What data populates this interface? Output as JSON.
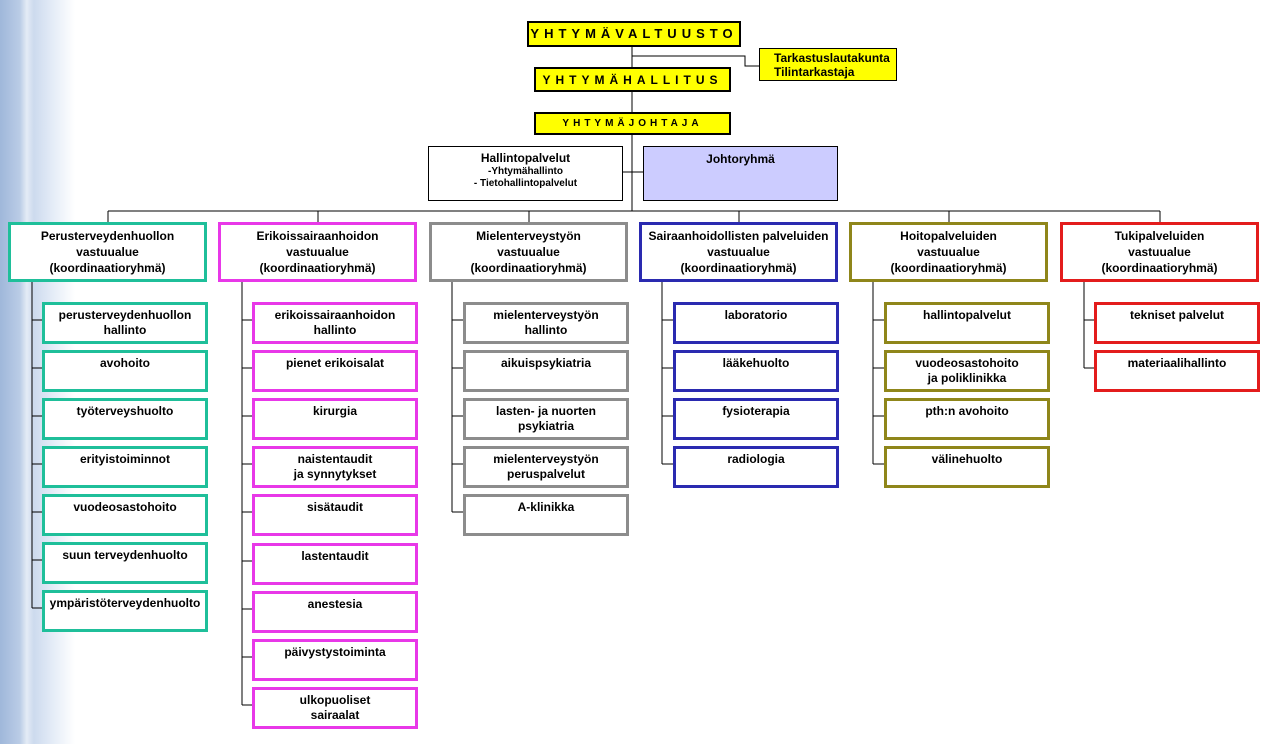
{
  "council": "YHTYMÄVALTUUSTO",
  "audit": [
    "Tarkastuslautakunta",
    "Tilintarkastaja"
  ],
  "board": "YHTYMÄHALLITUS",
  "director": "YHTYMÄJOHTAJA",
  "admin_services": {
    "title": "Hallintopalvelut",
    "items": [
      "-Yhtymähallinto",
      "- Tietohallintopalvelut"
    ]
  },
  "management_group": "Johtoryhmä",
  "areas": [
    {
      "lines": [
        "Perusterveydenhuollon",
        "vastuualue",
        "(koordinaatioryhmä)"
      ],
      "color": "#1fbf9a",
      "children": [
        [
          "perusterveydenhuollon",
          "hallinto"
        ],
        [
          "avohoito"
        ],
        [
          "työterveyshuolto"
        ],
        [
          "erityistoiminnot"
        ],
        [
          "vuodeosastohoito"
        ],
        [
          "suun terveydenhuolto"
        ],
        [
          "ympäristöterveydenhuolto"
        ]
      ]
    },
    {
      "lines": [
        "Erikoissairaanhoidon",
        "vastuualue",
        "(koordinaatioryhmä)"
      ],
      "color": "#e838e8",
      "children": [
        [
          "erikoissairaanhoidon",
          "hallinto"
        ],
        [
          "pienet erikoisalat"
        ],
        [
          "kirurgia"
        ],
        [
          "naistentaudit",
          "ja synnytykset"
        ],
        [
          "sisätaudit"
        ],
        [
          "lastentaudit"
        ],
        [
          "anestesia"
        ],
        [
          "päivystystoiminta"
        ],
        [
          "ulkopuoliset",
          "sairaalat"
        ]
      ]
    },
    {
      "lines": [
        "Mielenterveystyön",
        "vastuualue",
        "(koordinaatioryhmä)"
      ],
      "color": "#8c8c8c",
      "children": [
        [
          "mielenterveystyön",
          "hallinto"
        ],
        [
          "aikuispsykiatria"
        ],
        [
          "lasten- ja nuorten",
          "psykiatria"
        ],
        [
          "mielenterveystyön",
          "peruspalvelut"
        ],
        [
          "A-klinikka"
        ]
      ]
    },
    {
      "lines": [
        "Sairaanhoidollisten palveluiden",
        "vastuualue",
        "(koordinaatioryhmä)"
      ],
      "color": "#2a2ab0",
      "children": [
        [
          "laboratorio"
        ],
        [
          "lääkehuolto"
        ],
        [
          "fysioterapia"
        ],
        [
          "radiologia"
        ]
      ]
    },
    {
      "lines": [
        "Hoitopalveluiden",
        "vastuualue",
        "(koordinaatioryhmä)"
      ],
      "color": "#8f861a",
      "children": [
        [
          "hallintopalvelut"
        ],
        [
          "vuodeosastohoito",
          "ja poliklinikka"
        ],
        [
          "pth:n avohoito"
        ],
        [
          "välinehuolto"
        ]
      ]
    },
    {
      "lines": [
        "Tukipalveluiden",
        "vastuualue",
        "(koordinaatioryhmä)"
      ],
      "color": "#e31c1c",
      "children": [
        [
          "tekniset palvelut"
        ],
        [
          "materiaalihallinto"
        ]
      ]
    }
  ]
}
